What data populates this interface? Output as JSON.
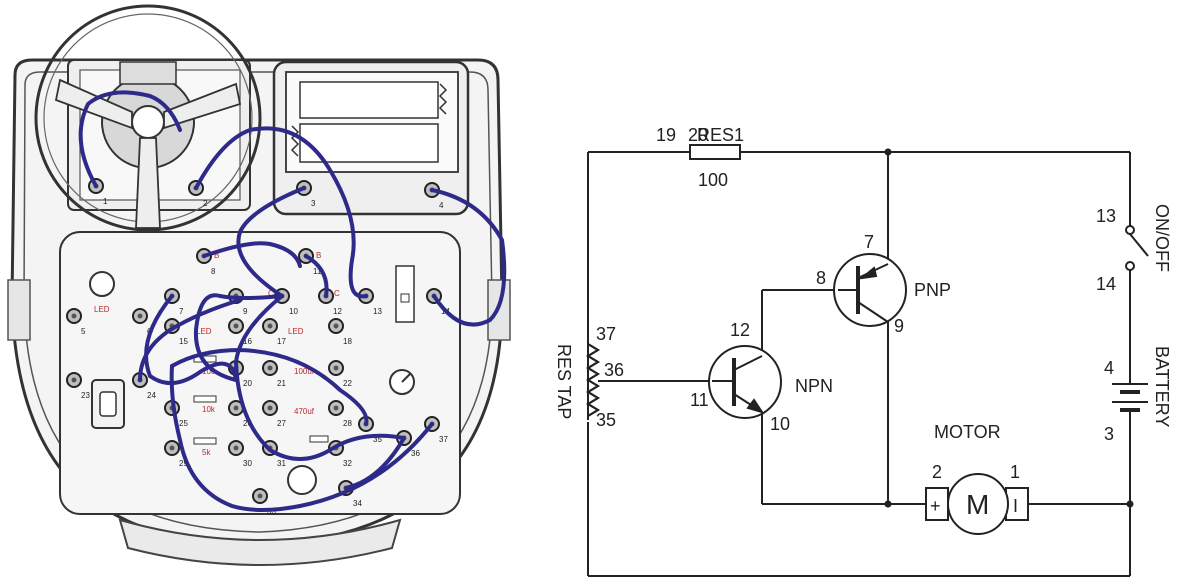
{
  "board": {
    "terminal_numbers": [
      "1",
      "2",
      "3",
      "4",
      "5",
      "6",
      "7",
      "8",
      "9",
      "10",
      "11",
      "12",
      "13",
      "14",
      "15",
      "16",
      "17",
      "18",
      "20",
      "21",
      "22",
      "23",
      "24",
      "25",
      "26",
      "27",
      "28",
      "29",
      "30",
      "31",
      "32",
      "33",
      "34",
      "35",
      "36",
      "37"
    ],
    "component_markings": {
      "led_left": "LED",
      "led_mid": "LED",
      "led_right": "LED",
      "cap_100": "100uf",
      "cap_470": "470uf",
      "res_100": "100",
      "res_10k": "10k",
      "res_5k": "5k",
      "b1": "B",
      "b2": "B",
      "c1": "C",
      "c2": "C",
      "c3": "C",
      "c4": "C"
    }
  },
  "schematic": {
    "res1_label": "RES1",
    "res1_value": "100",
    "res1_pin_a": "19",
    "res1_pin_b": "20",
    "pnp_label": "PNP",
    "pnp_pin_e": "7",
    "pnp_pin_b": "8",
    "pnp_pin_c": "9",
    "npn_label": "NPN",
    "npn_pin_c": "12",
    "npn_pin_b": "11",
    "npn_pin_e": "10",
    "restap_label": "RES TAP",
    "restap_pin_top": "37",
    "restap_pin_mid": "36",
    "restap_pin_bot": "35",
    "switch_label": "ON/OFF",
    "switch_pin_top": "13",
    "switch_pin_bot": "14",
    "battery_label": "BATTERY",
    "battery_pin_top": "4",
    "battery_pin_bot": "3",
    "motor_label": "MOTOR",
    "motor_symbol": "M",
    "motor_pin_left": "2",
    "motor_pin_right": "1",
    "motor_plus": "+",
    "motor_minus": "I"
  }
}
